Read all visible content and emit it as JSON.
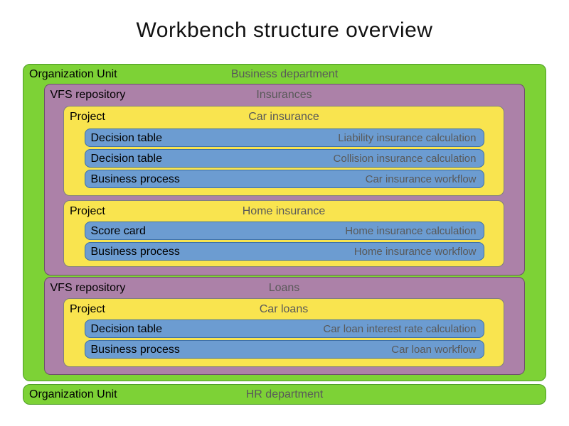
{
  "title": "Workbench structure overview",
  "colors": {
    "org_unit_fill": "#7dd236",
    "org_unit_border": "#4f9e27",
    "repository_fill": "#ac81a8",
    "repository_border": "#6e4f6b",
    "project_fill": "#f9e44f",
    "project_border": "#7f7f7f",
    "asset_fill": "#6c9cd1",
    "asset_border": "#3d6fa6",
    "label_text": "#000000",
    "value_text": "#595959"
  },
  "tree": {
    "org_units": [
      {
        "type": "Organization Unit",
        "name": "Business department",
        "repositories": [
          {
            "type": "VFS repository",
            "name": "Insurances",
            "projects": [
              {
                "type": "Project",
                "name": "Car insurance",
                "assets": [
                  {
                    "type": "Decision table",
                    "name": "Liability insurance calculation"
                  },
                  {
                    "type": "Decision table",
                    "name": "Collision insurance calculation"
                  },
                  {
                    "type": "Business process",
                    "name": "Car insurance workflow"
                  }
                ]
              },
              {
                "type": "Project",
                "name": "Home insurance",
                "assets": [
                  {
                    "type": "Score card",
                    "name": "Home insurance calculation"
                  },
                  {
                    "type": "Business process",
                    "name": "Home insurance workflow"
                  }
                ]
              }
            ]
          },
          {
            "type": "VFS repository",
            "name": "Loans",
            "projects": [
              {
                "type": "Project",
                "name": "Car loans",
                "assets": [
                  {
                    "type": "Decision table",
                    "name": "Car loan interest rate calculation"
                  },
                  {
                    "type": "Business process",
                    "name": "Car loan workflow"
                  }
                ]
              }
            ]
          }
        ]
      },
      {
        "type": "Organization Unit",
        "name": "HR department",
        "repositories": []
      }
    ]
  }
}
